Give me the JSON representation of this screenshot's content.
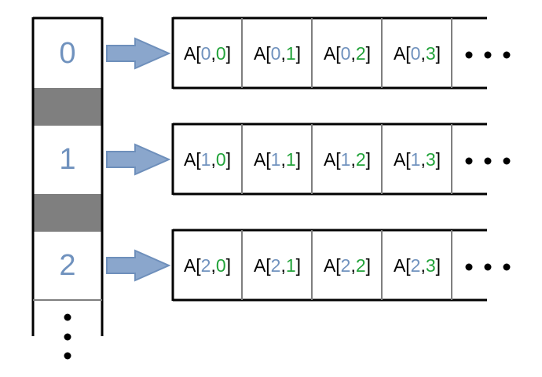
{
  "colors": {
    "row_index": "#7092be",
    "column_index": "#22a33a",
    "text": "#000000",
    "separator": "#7f7f7f",
    "arrow_fill": "#8aa6cc",
    "arrow_stroke": "#6e8fbb"
  },
  "pointer_array": {
    "slots": [
      {
        "label": "0"
      },
      {
        "label": "1"
      },
      {
        "label": "2"
      }
    ],
    "continuation": "⋮"
  },
  "rows": [
    {
      "index": "0",
      "continuation": "• • •",
      "cells": [
        {
          "prefix": "A[",
          "row": "0",
          "comma": ",",
          "col": "0",
          "suffix": "]"
        },
        {
          "prefix": "A[",
          "row": "0",
          "comma": ",",
          "col": "1",
          "suffix": "]"
        },
        {
          "prefix": "A[",
          "row": "0",
          "comma": ",",
          "col": "2",
          "suffix": "]"
        },
        {
          "prefix": "A[",
          "row": "0",
          "comma": ",",
          "col": "3",
          "suffix": "]"
        }
      ]
    },
    {
      "index": "1",
      "continuation": "• • •",
      "cells": [
        {
          "prefix": "A[",
          "row": "1",
          "comma": ",",
          "col": "0",
          "suffix": "]"
        },
        {
          "prefix": "A[",
          "row": "1",
          "comma": ",",
          "col": "1",
          "suffix": "]"
        },
        {
          "prefix": "A[",
          "row": "1",
          "comma": ",",
          "col": "2",
          "suffix": "]"
        },
        {
          "prefix": "A[",
          "row": "1",
          "comma": ",",
          "col": "3",
          "suffix": "]"
        }
      ]
    },
    {
      "index": "2",
      "continuation": "• • •",
      "cells": [
        {
          "prefix": "A[",
          "row": "2",
          "comma": ",",
          "col": "0",
          "suffix": "]"
        },
        {
          "prefix": "A[",
          "row": "2",
          "comma": ",",
          "col": "1",
          "suffix": "]"
        },
        {
          "prefix": "A[",
          "row": "2",
          "comma": ",",
          "col": "2",
          "suffix": "]"
        },
        {
          "prefix": "A[",
          "row": "2",
          "comma": ",",
          "col": "3",
          "suffix": "]"
        }
      ]
    }
  ]
}
